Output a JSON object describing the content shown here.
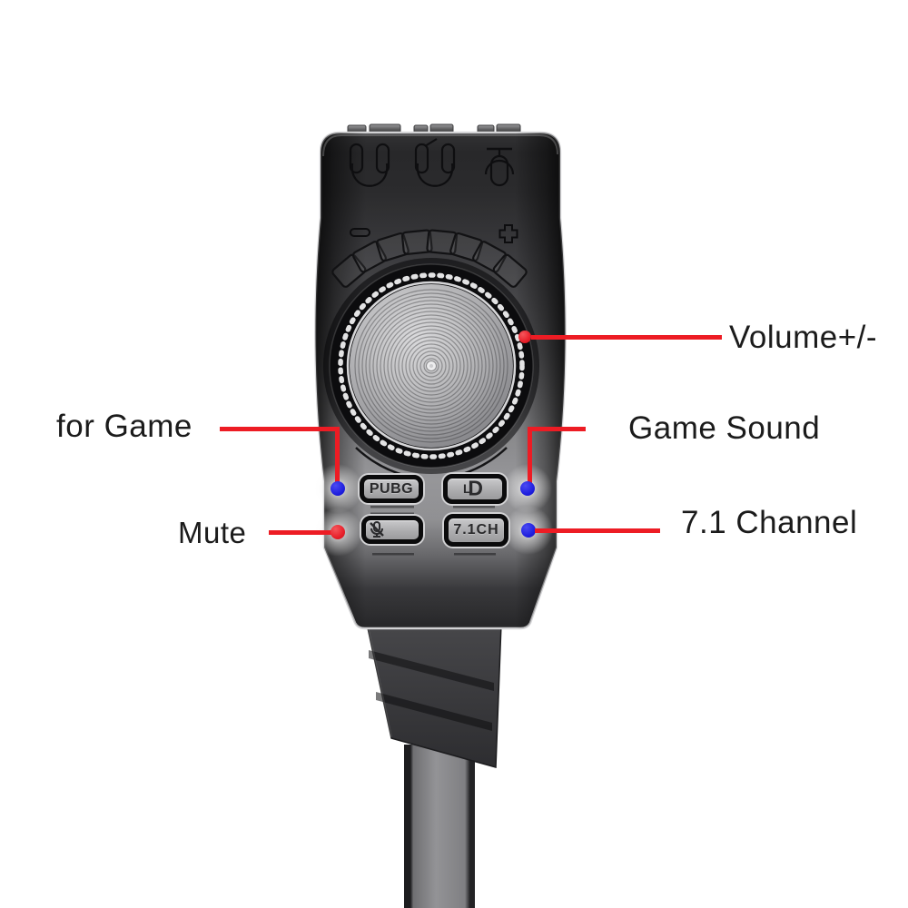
{
  "title": "7.1 channel USB gaming sound adapter - annotated product diagram",
  "colors": {
    "background": "#ffffff",
    "callout_line": "#ed1c24",
    "marker_blue": "#1d1ddd",
    "marker_red": "#e8202a",
    "label_text": "#1b1b1b",
    "body_dark": "#2a2a2c",
    "body_light_panel": "#9e9ea1"
  },
  "callouts": {
    "volume": {
      "label": "Volume+/-",
      "side": "right"
    },
    "for_game": {
      "label": "for Game",
      "side": "left"
    },
    "game_sound": {
      "label": "Game Sound",
      "side": "right"
    },
    "mute": {
      "label": "Mute",
      "side": "left"
    },
    "channel": {
      "label": "7.1 Channel",
      "side": "right"
    }
  },
  "device": {
    "ports": [
      {
        "icon": "headphone-port-icon"
      },
      {
        "icon": "headset-mic-port-icon"
      },
      {
        "icon": "microphone-port-icon"
      }
    ],
    "volume_dial": {
      "minus_icon": "volume-minus-icon",
      "plus_icon": "volume-plus-icon",
      "segment_count": 8,
      "knob": "rotary-volume-knob"
    },
    "buttons": {
      "pubg": {
        "label": "PUBG"
      },
      "lol": {
        "icon": "league-of-legends-logo-icon",
        "glyphs": {
          "outer": "D",
          "inner": "L"
        }
      },
      "mic_mute": {
        "icon": "mic-mute-icon"
      },
      "channel": {
        "label": "7.1CH"
      }
    },
    "leds": [
      {
        "position": "left-top"
      },
      {
        "position": "left-bottom"
      },
      {
        "position": "right-top"
      },
      {
        "position": "right-bottom"
      }
    ]
  }
}
